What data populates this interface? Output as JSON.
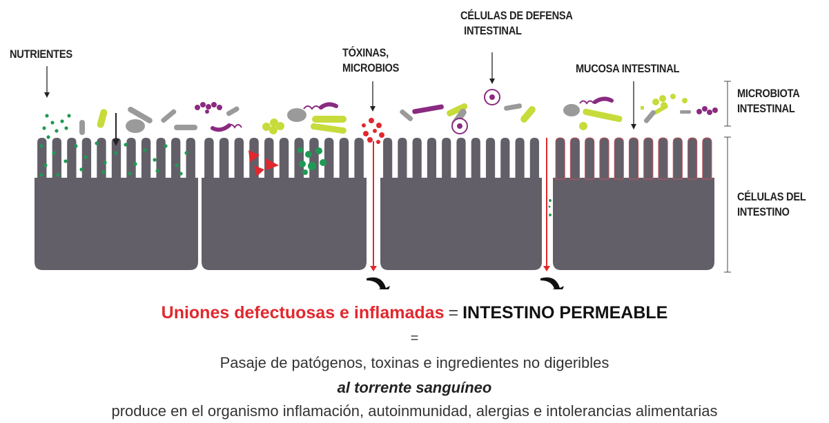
{
  "labels": {
    "nutrientes": "NUTRIENTES",
    "toxinas_1": "TÓXINAS,",
    "toxinas_2": "MICROBIOS",
    "defensa_1": "CÉLULAS DE DEFENSA",
    "defensa_2": "INTESTINAL",
    "mucosa": "MUCOSA INTESTINAL",
    "microbiota_1": "MICROBIOTA",
    "microbiota_2": "INTESTINAL",
    "celulas_1": "CÉLULAS DEL",
    "celulas_2": "INTESTINO"
  },
  "summary": {
    "red_text": "Uniones defectuosas e inflamadas",
    "equals": "=",
    "result": "INTESTINO PERMEABLE",
    "second_equals": "=",
    "pasaje": "Pasaje de patógenos, toxinas e ingredientes no digeribles",
    "torrente": "al torrente sanguíneo",
    "produce": "produce en el organismo inflamación, autoinmunidad, alergias e intolerancias alimentarias"
  },
  "colors": {
    "cell": "#625f68",
    "lime": "#c7db3b",
    "green": "#1f9a55",
    "purple": "#8a2a80",
    "gray": "#9b9a9a",
    "red": "#e0282e",
    "arrow": "#222222"
  }
}
